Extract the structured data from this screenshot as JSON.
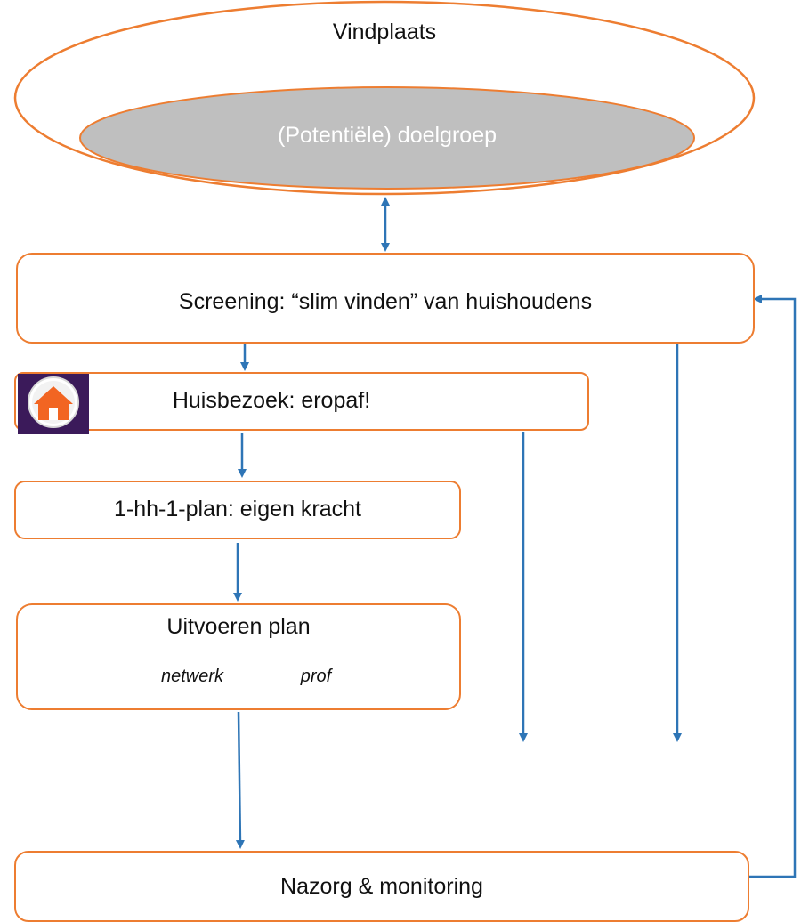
{
  "colors": {
    "accent": "#ED7D31",
    "arrow": "#2E75B6",
    "ellipse_fill": "#BFBFBF",
    "house_bg": "#3B1A5A"
  },
  "nodes": {
    "vindplaats": "Vindplaats",
    "doelgroep": "(Potentiële) doelgroep",
    "screening": "Screening: “slim vinden” van huishoudens",
    "huisbezoek": "Huisbezoek: eropaf!",
    "plan": "1-hh-1-plan: eigen kracht",
    "uitvoeren": "Uitvoeren plan",
    "netwerk": "netwerk",
    "prof": "prof",
    "nazorg": "Nazorg & monitoring"
  },
  "icons": {
    "huisbezoek": "house-icon"
  }
}
